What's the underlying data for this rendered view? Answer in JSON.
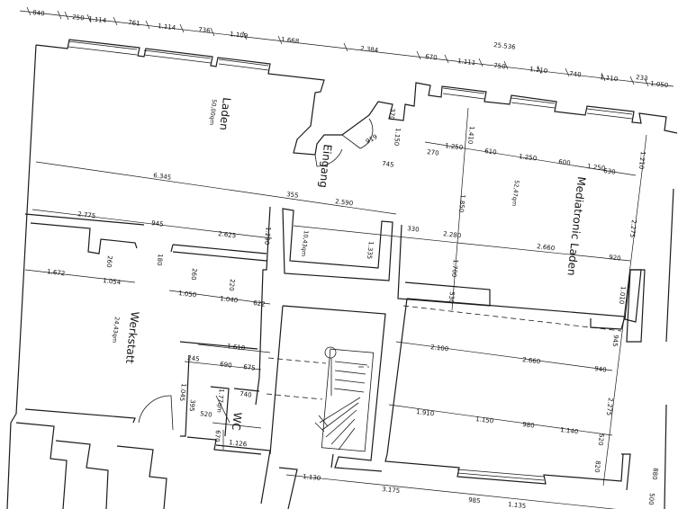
{
  "rooms": {
    "laden": {
      "name": "Laden",
      "area": "50,00qm"
    },
    "eingang": {
      "name": "Eingang"
    },
    "mediatronic": {
      "name": "Mediatronic Laden",
      "area": "52,47qm"
    },
    "flur": {
      "area": "10,43qm"
    },
    "werkstatt": {
      "name": "Werkstatt",
      "area": "24,43qm"
    },
    "wc": {
      "name": "WC"
    }
  },
  "dims": {
    "top": [
      "840",
      "250",
      "1.114",
      "761",
      "1.114",
      "736",
      "1.109",
      "1.668",
      "2.384",
      "25.536",
      "670",
      "1.111",
      "750",
      "1.110",
      "740",
      "1.110",
      "233",
      "1.050"
    ],
    "laden_width": "6.345",
    "row2": [
      "2.775",
      "945",
      "2.625",
      "1.290",
      "355",
      "2.590",
      "1.335",
      "330",
      "2.280",
      "2.660",
      "920"
    ],
    "werkstatt": [
      "1.672",
      "1.054",
      "260",
      "180",
      "260",
      "220",
      "1.050",
      "1.040",
      "622"
    ],
    "wc": [
      "1.610",
      "245",
      "690",
      "675",
      "1.045",
      "395",
      "1.77qm",
      "740",
      "520",
      "1.126",
      "670"
    ],
    "eingang": [
      "1.150",
      "370",
      "919",
      "745",
      "270",
      "1.250",
      "610",
      "1.250",
      "600",
      "1.250",
      "630",
      "1.410",
      "1.850",
      "1.700",
      "530"
    ],
    "right": [
      "1.210",
      "2.275",
      "1.010",
      "945",
      "2.275",
      "520",
      "820",
      "880",
      "500"
    ],
    "lower": [
      "2.100",
      "2.660",
      "940",
      "1.910",
      "1.150",
      "980",
      "1.140"
    ],
    "bottom": [
      "1.130",
      "3.175",
      "985",
      "1.135"
    ]
  }
}
